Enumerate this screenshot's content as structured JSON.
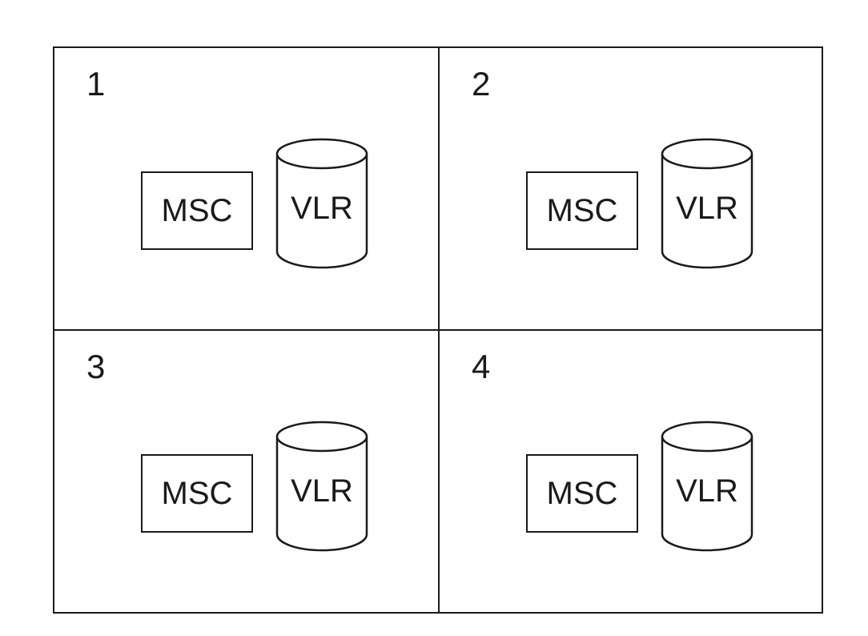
{
  "cells": [
    {
      "number": "1",
      "msc_label": "MSC",
      "vlr_label": "VLR"
    },
    {
      "number": "2",
      "msc_label": "MSC",
      "vlr_label": "VLR"
    },
    {
      "number": "3",
      "msc_label": "MSC",
      "vlr_label": "VLR"
    },
    {
      "number": "4",
      "msc_label": "MSC",
      "vlr_label": "VLR"
    }
  ],
  "colors": {
    "line": "#1a1a1a",
    "background": "#ffffff"
  },
  "icons": {
    "vlr": "database-cylinder-icon"
  }
}
